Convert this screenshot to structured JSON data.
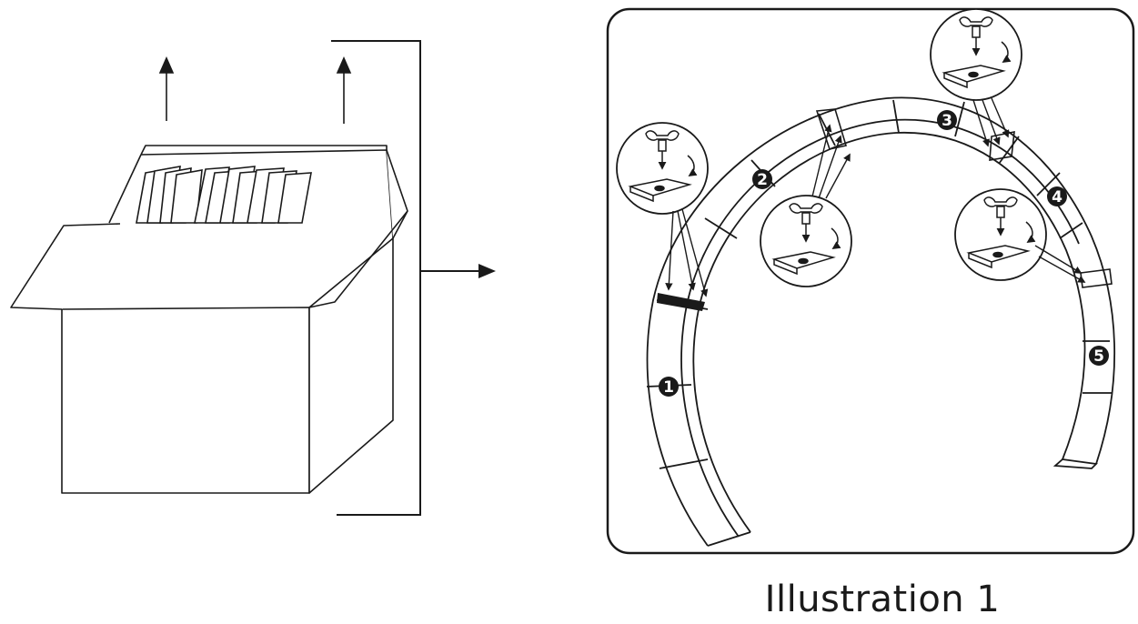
{
  "caption": "Illustration 1",
  "step_markers": [
    "1",
    "2",
    "3",
    "4",
    "5"
  ],
  "colors": {
    "line": "#1a1a1a",
    "background": "#ffffff"
  }
}
